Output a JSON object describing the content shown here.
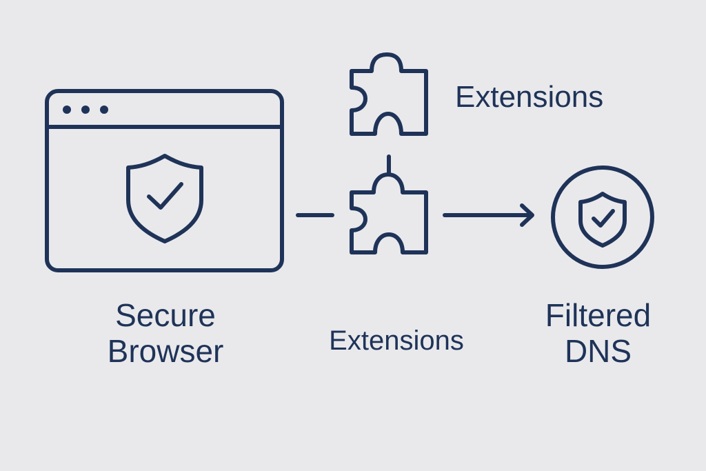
{
  "colors": {
    "background": "#e9e9ec",
    "stroke": "#1f3358"
  },
  "icons": {
    "browser": "browser-window-icon",
    "shield": "shield-check-icon",
    "puzzle_top": "puzzle-piece-icon",
    "puzzle_mid": "puzzle-piece-icon",
    "dns": "circle-shield-check-icon"
  },
  "labels": {
    "secure_browser": [
      "Secure",
      "Browser"
    ],
    "extensions_top": "Extensions",
    "extensions_mid": "Extensions",
    "filtered_dns": [
      "Filtered",
      "DNS"
    ]
  }
}
